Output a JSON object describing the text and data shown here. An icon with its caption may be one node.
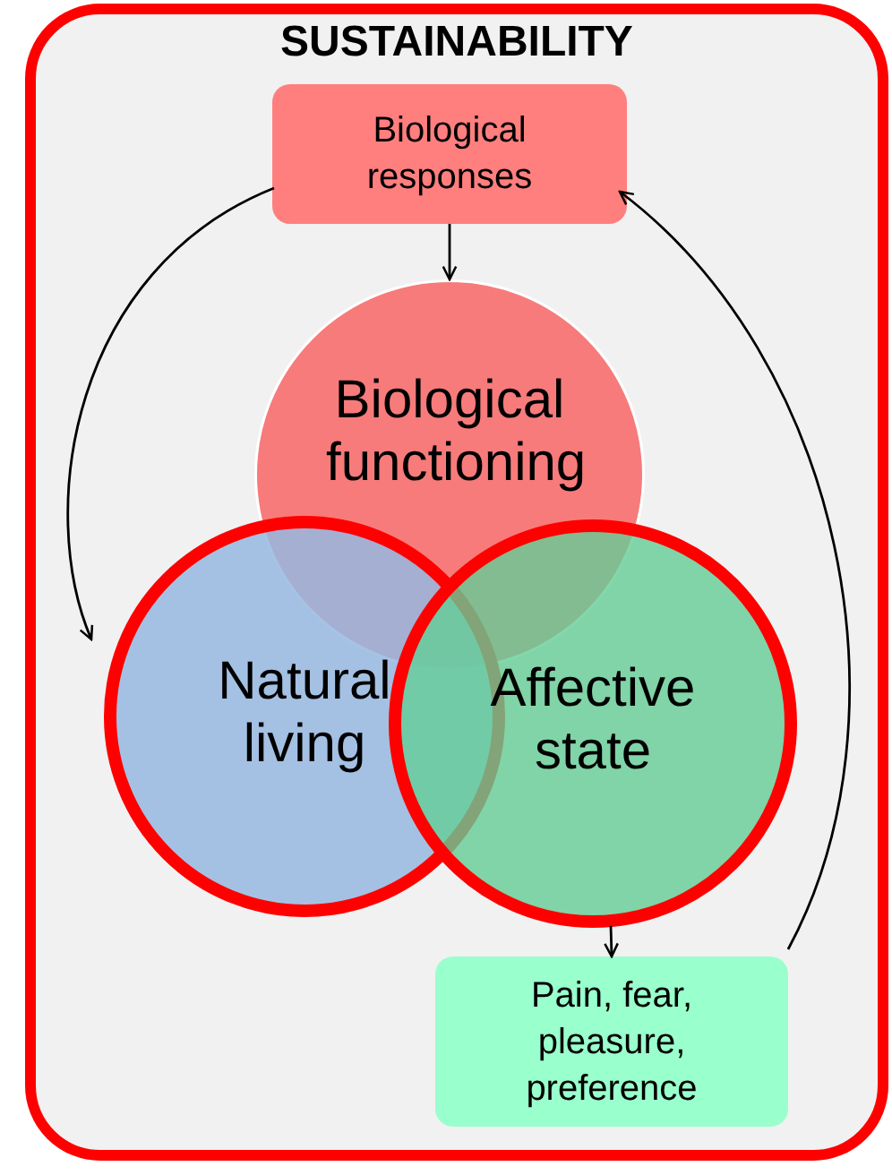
{
  "diagram": {
    "nodes": [
      {
        "text": [
          "SUSTAINABILITY"
        ]
      },
      {
        "text": [
          "Biological responses"
        ],
        "in": 0
      },
      {
        "text": [
          "Biological functioning"
        ],
        "in": 0
      },
      {
        "text": [
          "Natural living"
        ],
        "in": 0
      },
      {
        "text": [
          "Affective state"
        ],
        "in": 0
      },
      {
        "text": [
          "Pain, fear, pleasure, preference"
        ],
        "in": 0
      }
    ],
    "edges": [
      {
        "from": 1,
        "to": 2,
        "arrow": "to"
      },
      {
        "from": 1,
        "to": 3,
        "arrow": "to"
      },
      {
        "from": 4,
        "to": 5,
        "arrow": "to"
      },
      {
        "from": 5,
        "to": 1,
        "arrow": "to"
      }
    ]
  }
}
